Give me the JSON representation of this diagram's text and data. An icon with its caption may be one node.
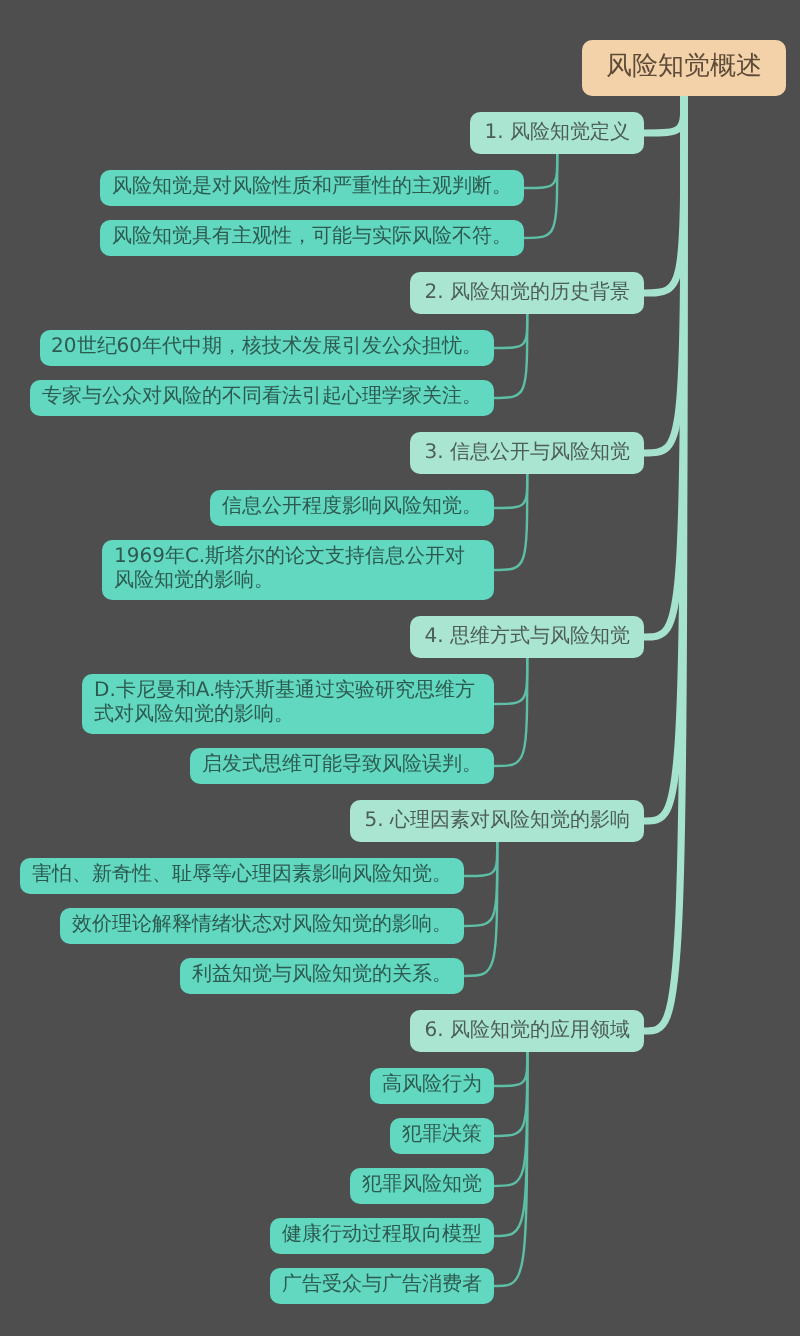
{
  "diagram": {
    "nodes": [
      {
        "text": [
          "风险知觉概述"
        ]
      },
      {
        "text": [
          "1. 风险知觉定义"
        ]
      },
      {
        "text": [
          "风险知觉是对风险性质和严重性的主观判断。"
        ]
      },
      {
        "text": [
          "风险知觉具有主观性，可能与实际风险不符。"
        ]
      },
      {
        "text": [
          "2. 风险知觉的历史背景"
        ]
      },
      {
        "text": [
          "20世纪60年代中期，核技术发展引发公众担忧。"
        ]
      },
      {
        "text": [
          "专家与公众对风险的不同看法引起心理学家关注。"
        ]
      },
      {
        "text": [
          "3. 信息公开与风险知觉"
        ]
      },
      {
        "text": [
          "信息公开程度影响风险知觉。"
        ]
      },
      {
        "text": [
          "1969年C.斯塔尔的论文支持信息公开对风险知觉的影响。"
        ]
      },
      {
        "text": [
          "4. 思维方式与风险知觉"
        ]
      },
      {
        "text": [
          "D.卡尼曼和A.特沃斯基通过实验研究思维方式对风险知觉的影响。"
        ]
      },
      {
        "text": [
          "启发式思维可能导致风险误判。"
        ]
      },
      {
        "text": [
          "5. 心理因素对风险知觉的影响"
        ]
      },
      {
        "text": [
          "害怕、新奇性、耻辱等心理因素影响风险知觉。"
        ]
      },
      {
        "text": [
          "效价理论解释情绪状态对风险知觉的影响。"
        ]
      },
      {
        "text": [
          "利益知觉与风险知觉的关系。"
        ]
      },
      {
        "text": [
          "6. 风险知觉的应用领域"
        ]
      },
      {
        "text": [
          "高风险行为"
        ]
      },
      {
        "text": [
          "犯罪决策"
        ]
      },
      {
        "text": [
          "犯罪风险知觉"
        ]
      },
      {
        "text": [
          "健康行动过程取向模型"
        ]
      },
      {
        "text": [
          "广告受众与广告消费者"
        ]
      }
    ],
    "edges": [
      {
        "from": 0,
        "to": 1,
        "arrow": "none",
        "style": "thick",
        "color": "#a6e3cf"
      },
      {
        "from": 0,
        "to": 4,
        "arrow": "none",
        "style": "thick",
        "color": "#a6e3cf"
      },
      {
        "from": 0,
        "to": 7,
        "arrow": "none",
        "style": "thick",
        "color": "#a6e3cf"
      },
      {
        "from": 0,
        "to": 10,
        "arrow": "none",
        "style": "thick",
        "color": "#a6e3cf"
      },
      {
        "from": 0,
        "to": 13,
        "arrow": "none",
        "style": "thick",
        "color": "#a6e3cf"
      },
      {
        "from": 0,
        "to": 17,
        "arrow": "none",
        "style": "thick",
        "color": "#a6e3cf"
      },
      {
        "from": 1,
        "to": 2,
        "arrow": "none"
      },
      {
        "from": 1,
        "to": 3,
        "arrow": "none"
      },
      {
        "from": 4,
        "to": 5,
        "arrow": "none"
      },
      {
        "from": 4,
        "to": 6,
        "arrow": "none"
      },
      {
        "from": 7,
        "to": 8,
        "arrow": "none"
      },
      {
        "from": 7,
        "to": 9,
        "arrow": "none"
      },
      {
        "from": 10,
        "to": 11,
        "arrow": "none"
      },
      {
        "from": 10,
        "to": 12,
        "arrow": "none"
      },
      {
        "from": 13,
        "to": 14,
        "arrow": "none"
      },
      {
        "from": 13,
        "to": 15,
        "arrow": "none"
      },
      {
        "from": 13,
        "to": 16,
        "arrow": "none"
      },
      {
        "from": 17,
        "to": 18,
        "arrow": "none"
      },
      {
        "from": 17,
        "to": 19,
        "arrow": "none"
      },
      {
        "from": 17,
        "to": 20,
        "arrow": "none"
      },
      {
        "from": 17,
        "to": 21,
        "arrow": "none"
      },
      {
        "from": 17,
        "to": 22,
        "arrow": "none"
      }
    ]
  }
}
